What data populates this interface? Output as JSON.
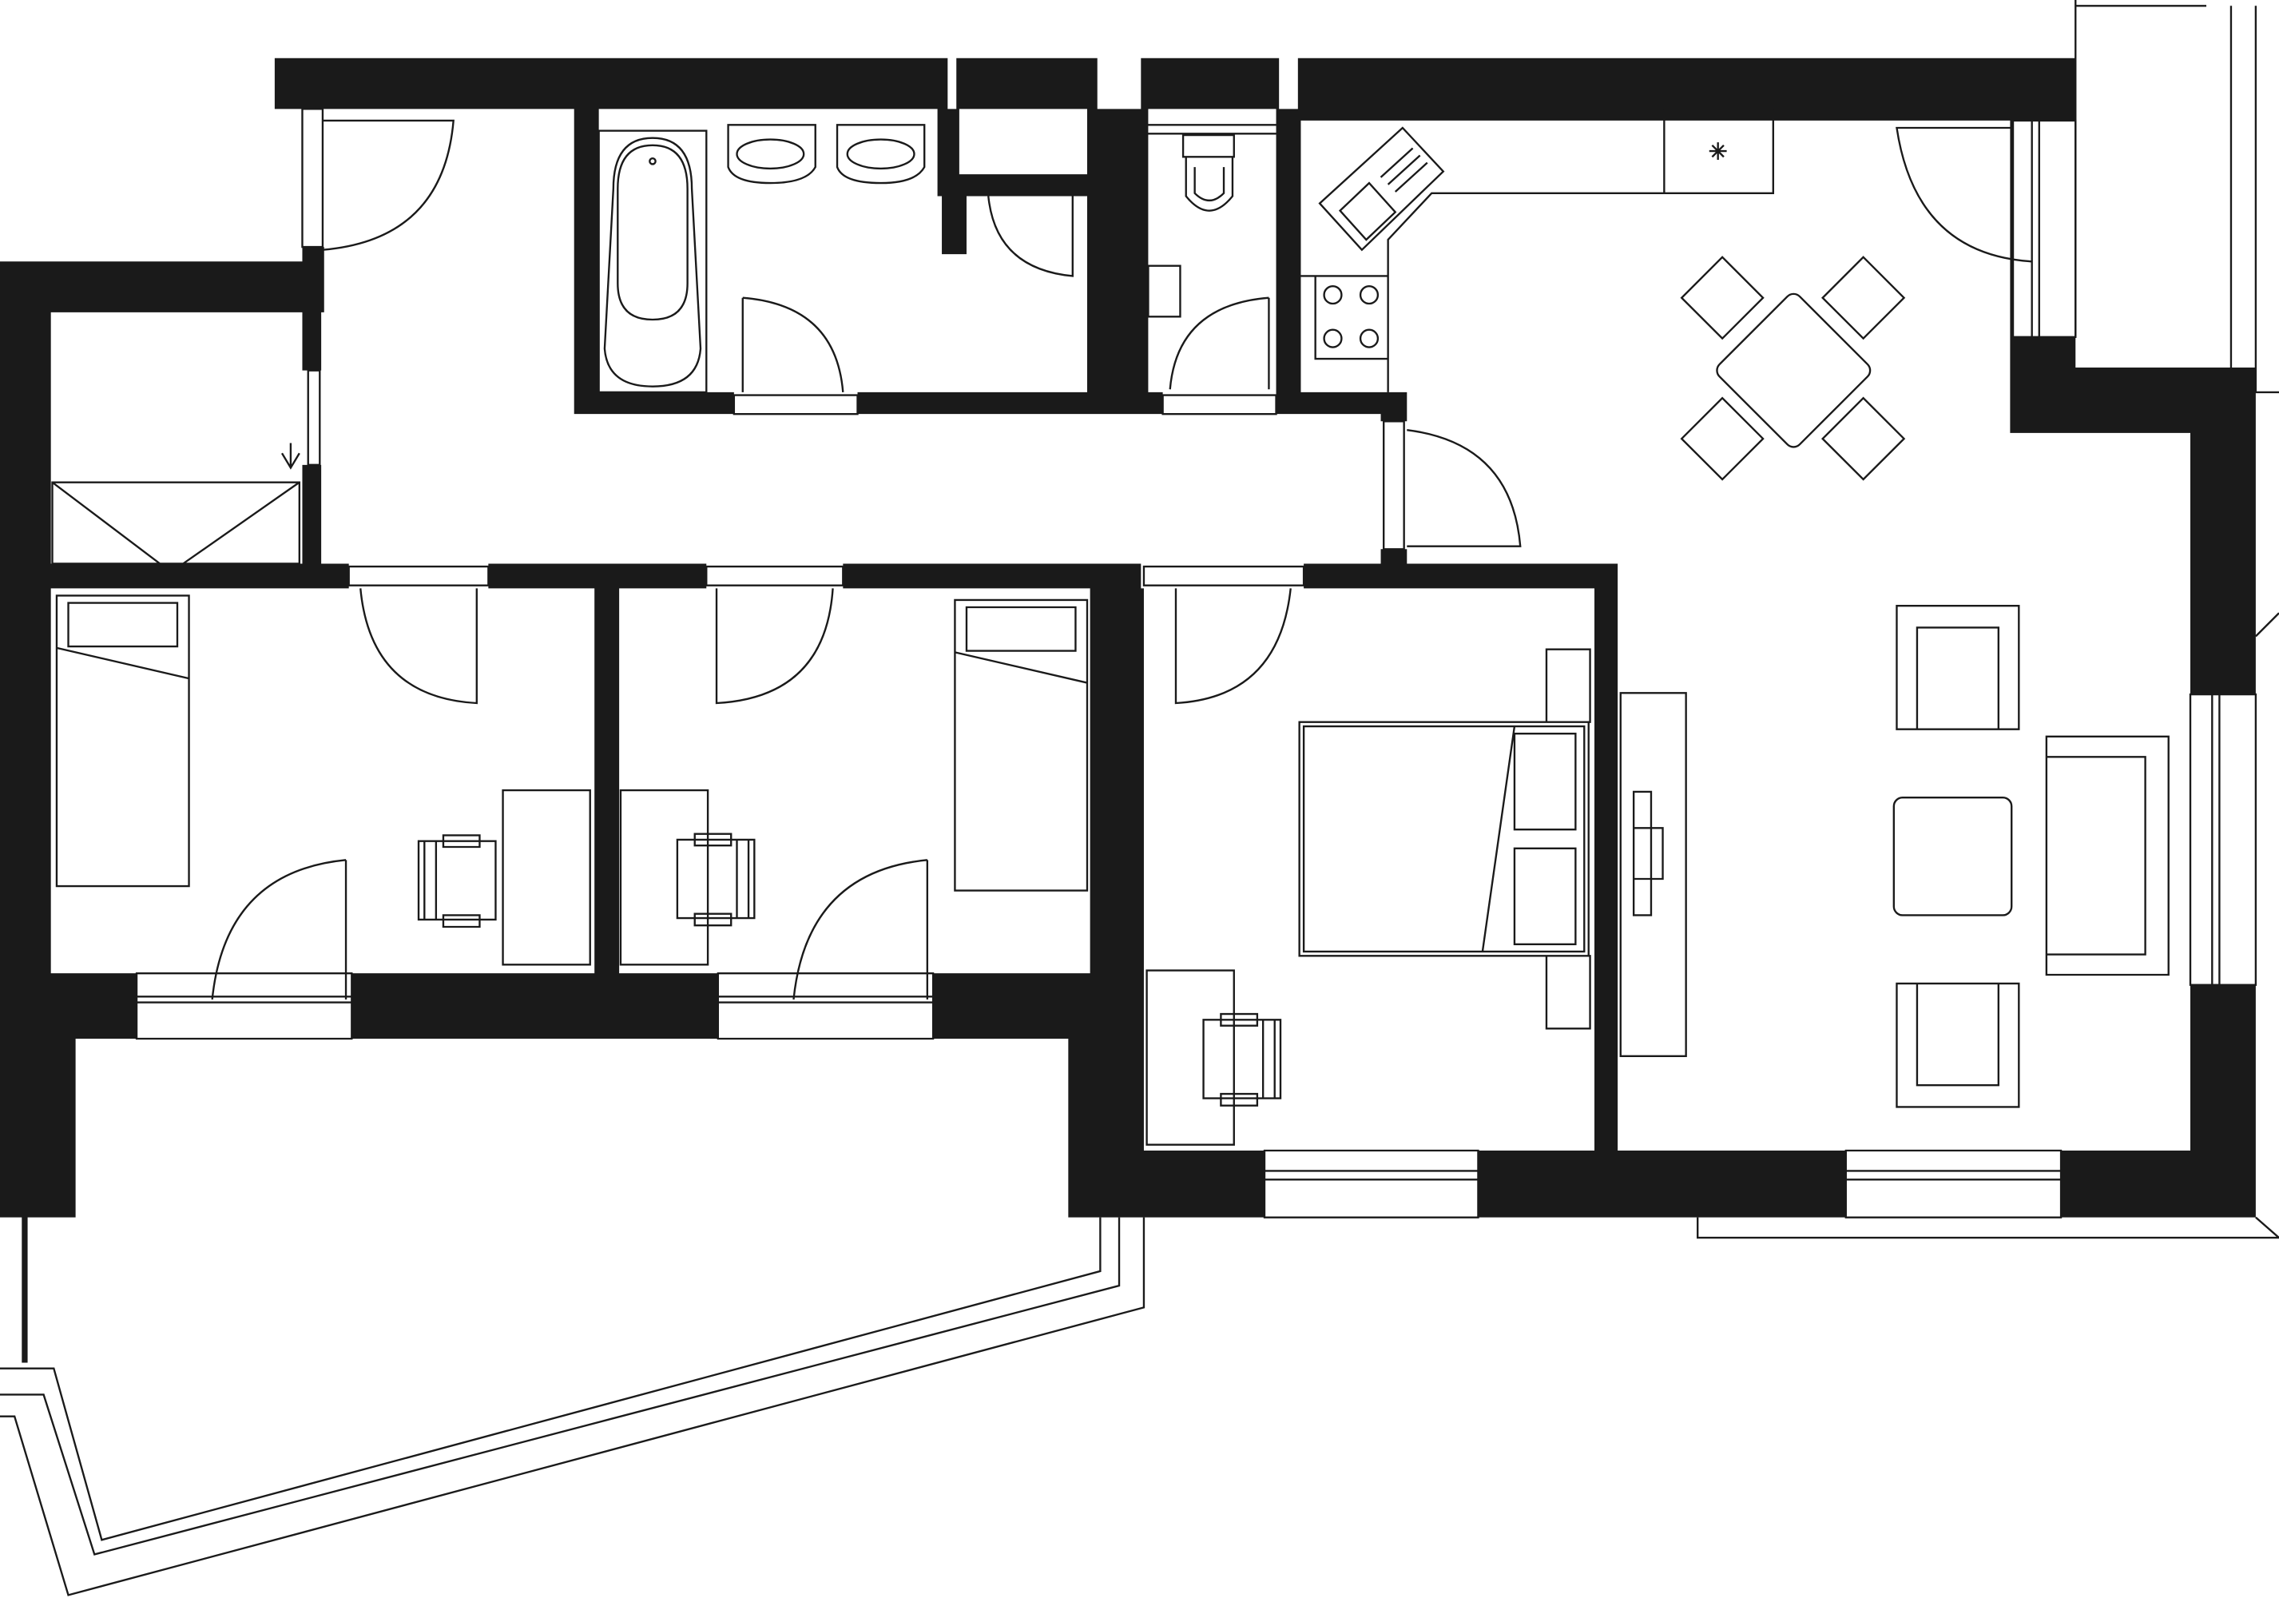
{
  "plan": {
    "wall_color": "#1a1a1a",
    "background_color": "#ffffff",
    "rooms": [
      "entrance-hall",
      "storage",
      "bathroom",
      "closet",
      "wc",
      "kitchen-living",
      "bedroom-1",
      "bedroom-2",
      "master-bedroom",
      "balcony"
    ]
  }
}
